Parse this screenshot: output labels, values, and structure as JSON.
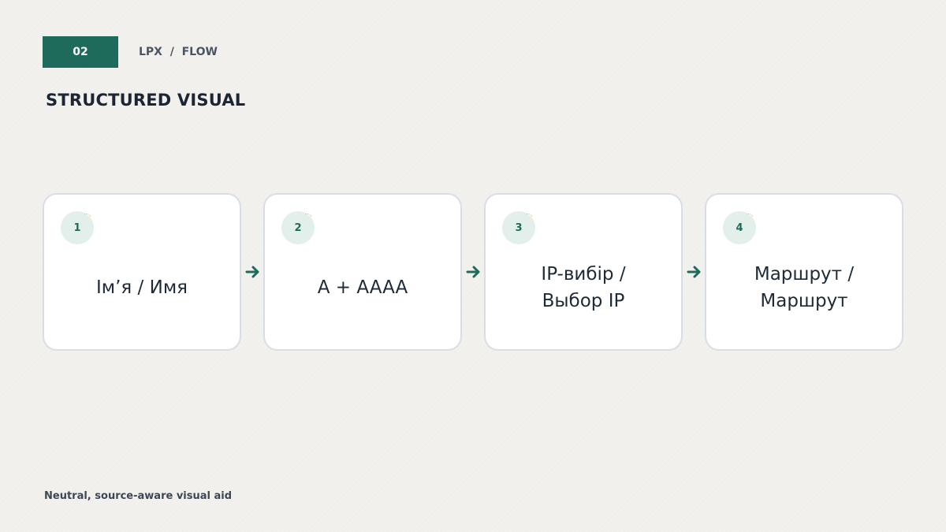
{
  "header": {
    "badge": "02",
    "breadcrumb": "LPX  /  FLOW",
    "title": "STRUCTURED VISUAL"
  },
  "steps": [
    {
      "number": "1",
      "label": "Ім’я / Имя"
    },
    {
      "number": "2",
      "label": "A + AAAA"
    },
    {
      "number": "3",
      "label": "IP-вибір /\nВыбор IP"
    },
    {
      "number": "4",
      "label": "Маршрут /\nМаршрут"
    }
  ],
  "footer": {
    "note": "Neutral, source-aware visual aid"
  },
  "colors": {
    "accent": "#1f6b5b",
    "background": "#f3f1ee",
    "card": "#ffffff",
    "card_border": "#d9dee4",
    "number_bg": "#e2efea"
  },
  "icons": {
    "connector": "arrow-right-icon"
  }
}
